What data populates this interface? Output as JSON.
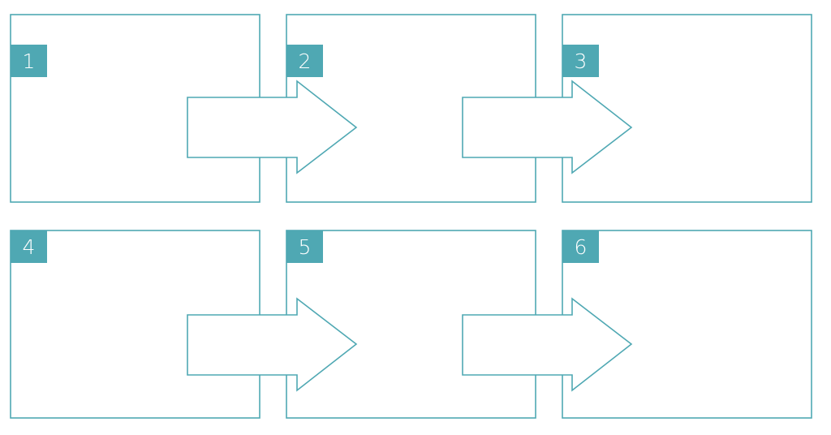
{
  "steps": [
    {
      "label": "1"
    },
    {
      "label": "2"
    },
    {
      "label": "3"
    },
    {
      "label": "4"
    },
    {
      "label": "5"
    },
    {
      "label": "6"
    }
  ],
  "colors": {
    "accent": "#4fa8b3"
  }
}
